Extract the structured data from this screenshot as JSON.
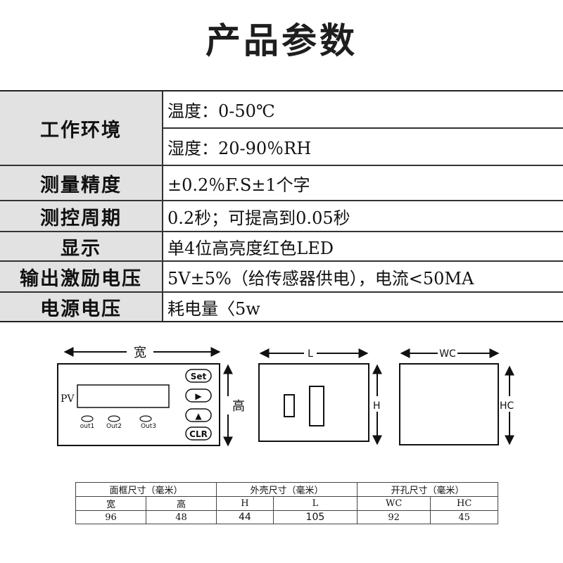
{
  "title": "产品参数",
  "specs": [
    {
      "label": "工作环境",
      "values": [
        "温度：0-50℃",
        "湿度：20-90％RH"
      ]
    },
    {
      "label": "测量精度",
      "values": [
        "±0.2％F.S±1个字"
      ]
    },
    {
      "label": "测控周期",
      "values": [
        "0.2秒；可提高到0.05秒"
      ]
    },
    {
      "label": "显示",
      "values": [
        "单4位高亮度红色LED"
      ]
    },
    {
      "label": "输出激励电压",
      "values": [
        "5V±5%（给传感器供电），电流<50MA"
      ]
    },
    {
      "label": "电源电压",
      "values": [
        "耗电量〈5w"
      ]
    }
  ],
  "diagram": {
    "front": {
      "width_label": "宽",
      "height_label": "高",
      "display_label": "PV",
      "led_labels": [
        "out1",
        "Out2",
        "Out3"
      ],
      "buttons": [
        "Set",
        "▶",
        "▲",
        "CLR"
      ]
    },
    "case": {
      "width_label": "L",
      "height_label": "H"
    },
    "cutout": {
      "width_label": "WC",
      "height_label": "HC"
    }
  },
  "dimensions": {
    "groups": [
      "面框尺寸（毫米）",
      "外壳尺寸（毫米）",
      "开孔尺寸（毫米）"
    ],
    "headers": [
      "宽",
      "高",
      "H",
      "L",
      "WC",
      "HC"
    ],
    "values": [
      "96",
      "48",
      "44",
      "105",
      "92",
      "45"
    ]
  }
}
